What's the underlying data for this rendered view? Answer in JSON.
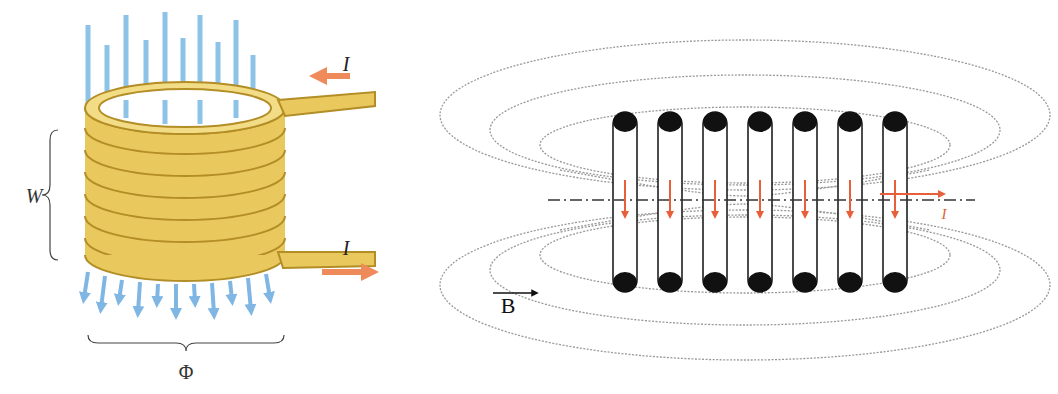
{
  "diagram": {
    "labels": [
      "I",
      "I",
      "W",
      "Φ",
      "B",
      "I"
    ]
  }
}
